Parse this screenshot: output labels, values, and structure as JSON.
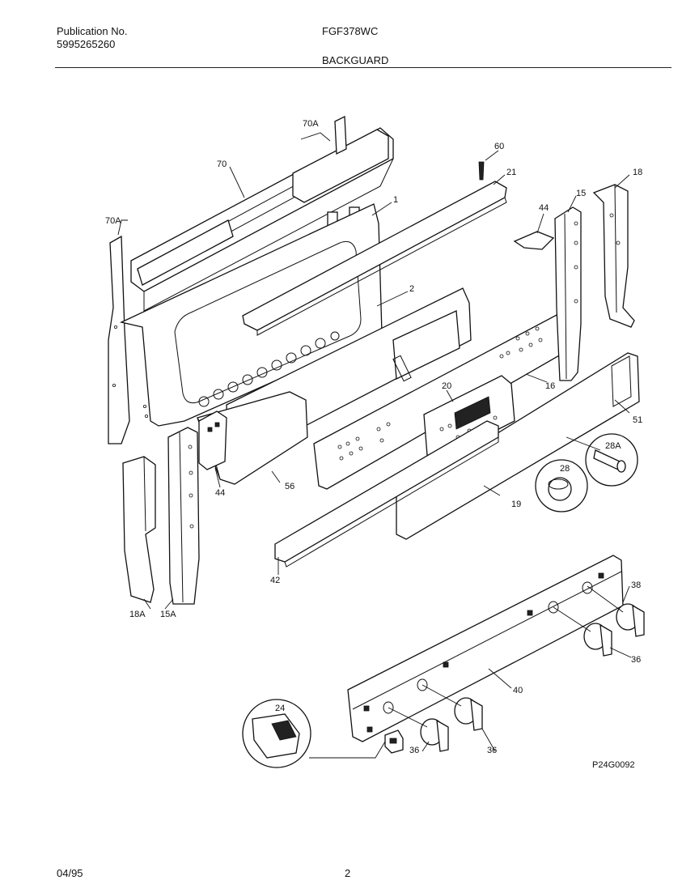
{
  "header": {
    "publication_label": "Publication No.",
    "publication_number": "5995265260",
    "model": "FGF378WC",
    "section": "BACKGUARD"
  },
  "footer": {
    "date": "04/95",
    "page": "2"
  },
  "diagram_code": "P24G0092",
  "callouts": {
    "c70A_top": "70A",
    "c70": "70",
    "c70A_left": "70A",
    "c60": "60",
    "c21": "21",
    "c1": "1",
    "c18": "18",
    "c15": "15",
    "c44_top": "44",
    "c2": "2",
    "c16": "16",
    "c20": "20",
    "c51": "51",
    "c28A": "28A",
    "c28": "28",
    "c19": "19",
    "c56": "56",
    "c44_left": "44",
    "c42": "42",
    "c18A": "18A",
    "c15A": "15A",
    "c38": "38",
    "c36_right": "36",
    "c40": "40",
    "c24": "24",
    "c36_mid": "36",
    "c36_left": "36"
  }
}
